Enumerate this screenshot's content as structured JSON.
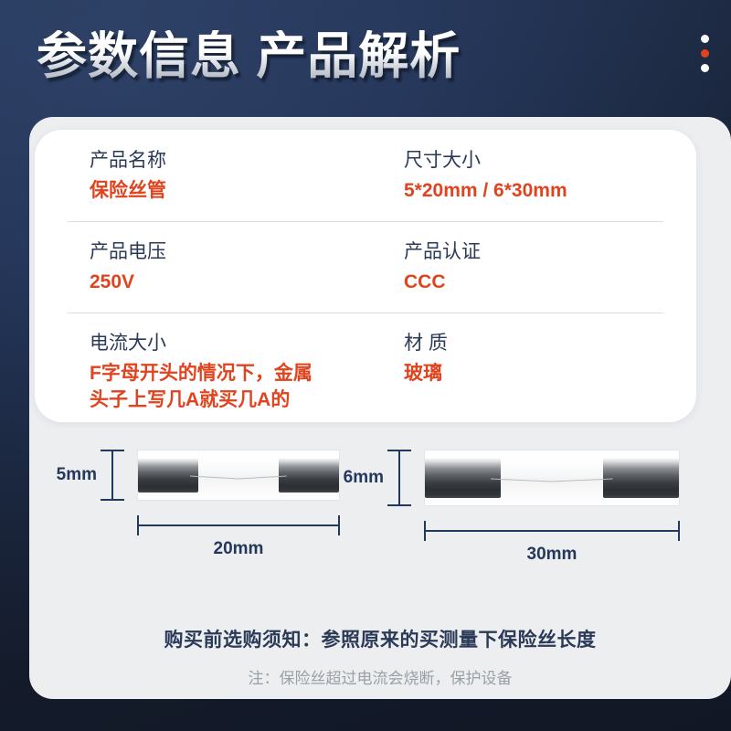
{
  "header": {
    "title": "参数信息 产品解析",
    "dots": [
      "white",
      "accent",
      "white"
    ]
  },
  "spec_card": {
    "rows": [
      {
        "left": {
          "label": "产品名称",
          "value": "保险丝管"
        },
        "right": {
          "label": "尺寸大小",
          "value": "5*20mm / 6*30mm"
        }
      },
      {
        "left": {
          "label": "产品电压",
          "value": "250V"
        },
        "right": {
          "label": "产品认证",
          "value": "CCC"
        }
      },
      {
        "left": {
          "label": "电流大小",
          "value": "F字母开头的情况下，金属\n头子上写几A就买几A的"
        },
        "right": {
          "label": "材 质",
          "value": "玻璃"
        }
      }
    ]
  },
  "diagrams": [
    {
      "name": "fuse-5x20",
      "diameter_label": "5mm",
      "length_label": "20mm"
    },
    {
      "name": "fuse-6x30",
      "diameter_label": "6mm",
      "length_label": "30mm"
    }
  ],
  "notes": {
    "main": "购买前选购须知：参照原来的买测量下保险丝长度",
    "sub": "注：保险丝超过电流会烧断，保护设备"
  },
  "colors": {
    "background_navy": "#1b2841",
    "panel_gray": "#eceef0",
    "card_white": "#ffffff",
    "label_navy": "#2a3a57",
    "value_red": "#e0431e",
    "dimension_navy": "#24375c",
    "note_sub_gray": "#9aa0a9"
  }
}
